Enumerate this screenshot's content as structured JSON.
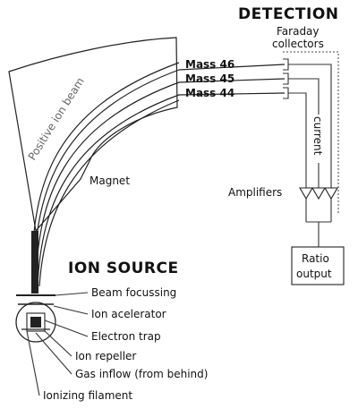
{
  "sections": {
    "detection_title": "DETECTION",
    "ion_source_title": "ION SOURCE"
  },
  "detection": {
    "collectors_line1": "Faraday",
    "collectors_line2": "collectors",
    "masses": [
      "Mass 46",
      "Mass 45",
      "Mass 44"
    ],
    "current_label": "current",
    "amplifiers_label": "Amplifiers",
    "ratio_line1": "Ratio",
    "ratio_line2": "output"
  },
  "magnet": {
    "beam_label": "Positive ion beam",
    "magnet_label": "Magnet"
  },
  "ion_source": {
    "parts": [
      "Beam focussing",
      "Ion acelerator",
      "Electron trap",
      "Ion repeller",
      "Gas inflow (from behind)",
      "Ionizing filament"
    ]
  },
  "colors": {
    "line": "#222222",
    "background": "#ffffff"
  }
}
